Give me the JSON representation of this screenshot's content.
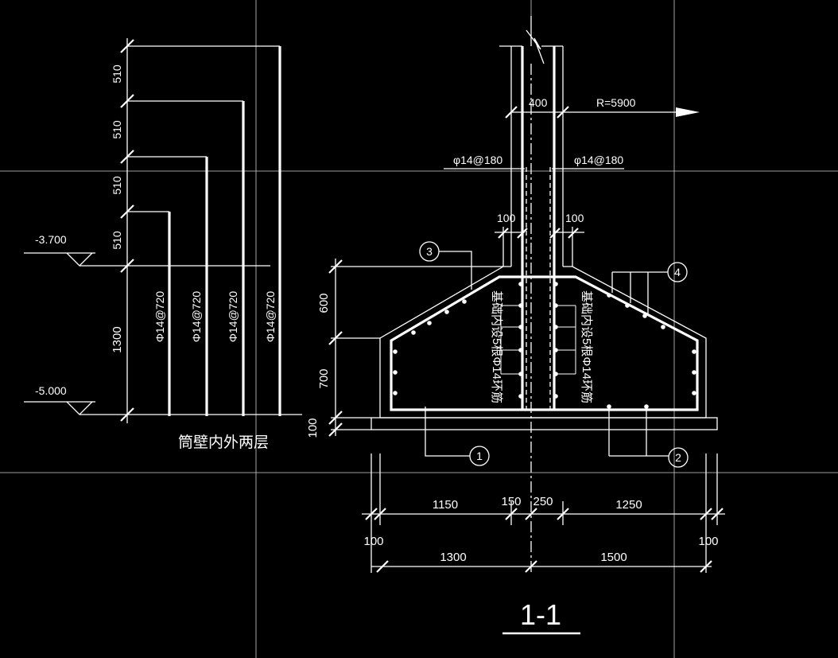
{
  "left_detail": {
    "elevation_top": "-3.700",
    "elevation_bottom": "-5.000",
    "segment_dims": [
      "510",
      "510",
      "510",
      "510"
    ],
    "dim_1300": "1300",
    "rebar_labels": [
      "Φ14@720",
      "Φ14@720",
      "Φ14@720",
      "Φ14@720"
    ],
    "caption": "筒壁内外两层"
  },
  "section": {
    "wall_width": "400",
    "radius": "R=5900",
    "rebar_left": "φ14@180",
    "rebar_right": "φ14@180",
    "cover_left": "100",
    "cover_right": "100",
    "height_600": "600",
    "height_700": "700",
    "height_100": "100",
    "ring_note_left": "基础内设5根Φ14环筋",
    "ring_note_right": "基础内设5根Φ14环筋",
    "callouts": [
      "1",
      "2",
      "3",
      "4"
    ],
    "bottom_dims_row1": [
      "1150",
      "150",
      "250",
      "1250"
    ],
    "bottom_dims_row2": [
      "100",
      "1300",
      "1500",
      "100"
    ],
    "section_title": "1-1"
  }
}
